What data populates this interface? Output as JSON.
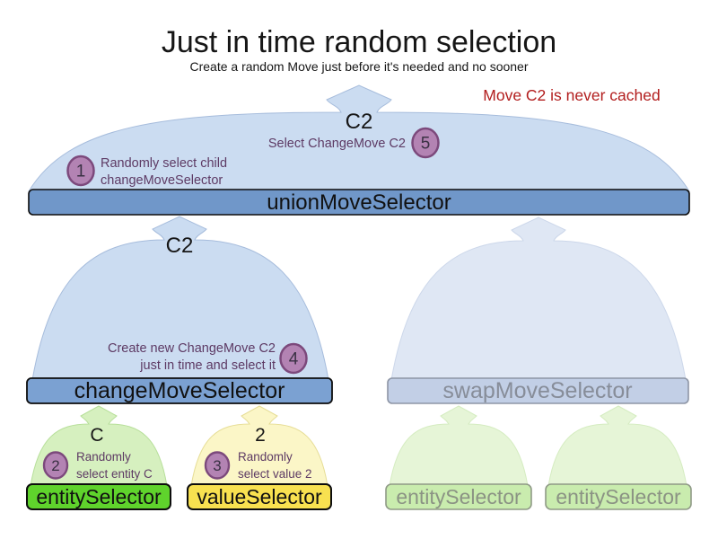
{
  "title": "Just in time random selection",
  "subtitle": "Create a random Move just before it's needed and no sooner",
  "note": {
    "text": "Move C2 is never cached"
  },
  "selectors": {
    "union": {
      "label": "unionMoveSelector",
      "output": "C2"
    },
    "change": {
      "label": "changeMoveSelector",
      "output": "C2"
    },
    "swap": {
      "label": "swapMoveSelector"
    },
    "entity": {
      "label": "entitySelector",
      "output": "C"
    },
    "value": {
      "label": "valueSelector",
      "output": "2"
    },
    "entityFaded1": {
      "label": "entitySelector"
    },
    "entityFaded2": {
      "label": "entitySelector"
    }
  },
  "steps": {
    "s1": {
      "num": "1",
      "line1": "Randomly select child",
      "line2": "changeMoveSelector"
    },
    "s2": {
      "num": "2",
      "line1": "Randomly",
      "line2": "select entity C"
    },
    "s3": {
      "num": "3",
      "line1": "Randomly",
      "line2": "select value 2"
    },
    "s4": {
      "num": "4",
      "line1": "Create new ChangeMove C2",
      "line2": "just in time and select it"
    },
    "s5": {
      "num": "5",
      "line1": "Select ChangeMove C2"
    }
  },
  "colors": {
    "title_text": "#161616",
    "note_text": "#b21d1d",
    "blue_dome": "#cbdcf1",
    "blue_dome_stroke": "#a6bcdc",
    "union_bar": "#7097c9",
    "change_bar": "#7ba1d2",
    "bar_stroke": "#0d0d0d",
    "label_text": "#111111",
    "swap_dome": "#dfe7f4",
    "swap_dome_stroke": "#ccd7ea",
    "swap_bar": "#c2cfe6",
    "swap_bar_stroke": "#8d95a5",
    "swap_text": "#878d99",
    "green_dome": "#d6f0bf",
    "green_dome_stroke": "#b7df9a",
    "entity_bar": "#5fd32c",
    "yellow_dome": "#fbf6c7",
    "yellow_dome_stroke": "#e6dd96",
    "value_bar": "#f8e150",
    "faded_dome": "#e6f5d7",
    "faded_dome_stroke": "#d5ecc1",
    "faded_bar": "#c9ecae",
    "faded_bar_stroke": "#8f9a86",
    "faded_text": "#8b9384",
    "badge_fill": "#b383b3",
    "badge_stroke": "#7c497c",
    "badge_text": "#3a3144",
    "step_text": "#5d3a64"
  }
}
